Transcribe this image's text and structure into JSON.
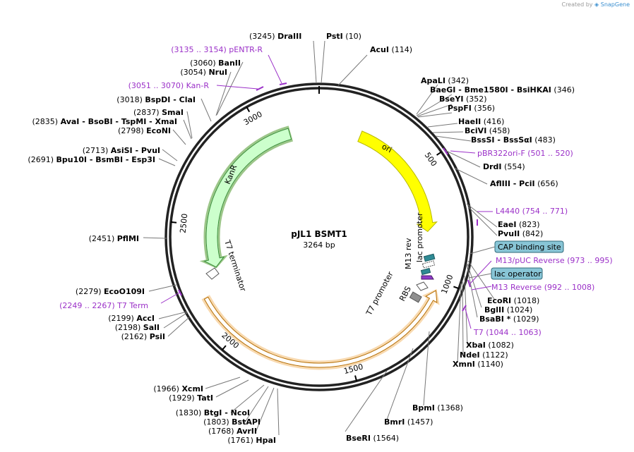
{
  "plasmid": {
    "name": "pJL1 BSMT1",
    "length_label": "3264 bp",
    "length_bp": 3264
  },
  "credit": {
    "prefix": "Created by",
    "brand": "SnapGene"
  },
  "ticks": [
    {
      "bp": 500,
      "label": "500"
    },
    {
      "bp": 1000,
      "label": "1000"
    },
    {
      "bp": 1500,
      "label": "1500"
    },
    {
      "bp": 2000,
      "label": "2000"
    },
    {
      "bp": 2500,
      "label": "2500"
    },
    {
      "bp": 3000,
      "label": "3000"
    }
  ],
  "features": [
    {
      "name": "ori",
      "start": 200,
      "end": 790,
      "color": "#ffff00",
      "stroke": "#b8b800",
      "strand": 1
    },
    {
      "name": "KanR",
      "start": 2300,
      "end": 3120,
      "color": "#ccffcc",
      "stroke": "#3a8f3a",
      "strand": -1,
      "highlight": "#5aa03a"
    },
    {
      "name": "BSMT1",
      "start": 1040,
      "end": 2190,
      "color": "#ffffff",
      "stroke": "#b56d00",
      "strand": -1,
      "highlight": "#f4c07a"
    }
  ],
  "small_features": [
    {
      "name": "lac promoter",
      "color": "#2f8a94"
    },
    {
      "name": "M13 rev",
      "color": "#ffffff"
    },
    {
      "name": "lac operator",
      "color": "#2f8a94"
    },
    {
      "name": "RBS",
      "color": "#ffffff"
    },
    {
      "name": "T7 promoter",
      "color": "#8f8f8f"
    },
    {
      "name": "T7 terminator",
      "color": "#ffffff"
    }
  ],
  "site_labels": [
    {
      "text_left": "(3245)",
      "name": "DraIII",
      "text_right": ""
    },
    {
      "text_left": "",
      "name": "PstI",
      "text_right": "(10)"
    },
    {
      "text_left": "",
      "name": "AcuI",
      "text_right": "(114)"
    },
    {
      "text_left": "",
      "name": "ApaLI",
      "text_right": "(342)"
    },
    {
      "text_left": "",
      "name": "BaeGI - Bme1580I - BsiHKAI",
      "text_right": "(346)"
    },
    {
      "text_left": "",
      "name": "BseYI",
      "text_right": "(352)"
    },
    {
      "text_left": "",
      "name": "PspFI",
      "text_right": "(356)"
    },
    {
      "text_left": "",
      "name": "HaeII",
      "text_right": "(416)"
    },
    {
      "text_left": "",
      "name": "BciVI",
      "text_right": "(458)"
    },
    {
      "text_left": "",
      "name": "BssSI - BssSαI",
      "text_right": "(483)"
    },
    {
      "text_left": "",
      "name": "DrdI",
      "text_right": "(554)"
    },
    {
      "text_left": "",
      "name": "AflIII - PciI",
      "text_right": "(656)"
    },
    {
      "text_left": "",
      "name": "EaeI",
      "text_right": "(823)"
    },
    {
      "text_left": "",
      "name": "PvuII",
      "text_right": "(842)"
    },
    {
      "text_left": "",
      "name": "EcoRI",
      "text_right": "(1018)"
    },
    {
      "text_left": "",
      "name": "BglII",
      "text_right": "(1024)"
    },
    {
      "text_left": "",
      "name": "BsaBI *",
      "text_right": "(1029)"
    },
    {
      "text_left": "",
      "name": "XbaI",
      "text_right": "(1082)"
    },
    {
      "text_left": "",
      "name": "NdeI",
      "text_right": "(1122)"
    },
    {
      "text_left": "",
      "name": "XmnI",
      "text_right": "(1140)"
    },
    {
      "text_left": "",
      "name": "BpmI",
      "text_right": "(1368)"
    },
    {
      "text_left": "",
      "name": "BmrI",
      "text_right": "(1457)"
    },
    {
      "text_left": "",
      "name": "BseRI",
      "text_right": "(1564)"
    },
    {
      "text_left": "(1761)",
      "name": "HpaI",
      "text_right": ""
    },
    {
      "text_left": "(1768)",
      "name": "AvrII",
      "text_right": ""
    },
    {
      "text_left": "(1803)",
      "name": "BstAPI",
      "text_right": ""
    },
    {
      "text_left": "(1830)",
      "name": "BtgI - NcoI",
      "text_right": ""
    },
    {
      "text_left": "(1929)",
      "name": "TatI",
      "text_right": ""
    },
    {
      "text_left": "(1966)",
      "name": "XcmI",
      "text_right": ""
    },
    {
      "text_left": "(2162)",
      "name": "PsiI",
      "text_right": ""
    },
    {
      "text_left": "(2198)",
      "name": "SalI",
      "text_right": ""
    },
    {
      "text_left": "(2199)",
      "name": "AccI",
      "text_right": ""
    },
    {
      "text_left": "(2279)",
      "name": "EcoO109I",
      "text_right": ""
    },
    {
      "text_left": "(2451)",
      "name": "PflMI",
      "text_right": ""
    },
    {
      "text_left": "(2691)",
      "name": "Bpu10I - BsmBI - Esp3I",
      "text_right": ""
    },
    {
      "text_left": "(2713)",
      "name": "AsiSI - PvuI",
      "text_right": ""
    },
    {
      "text_left": "(2798)",
      "name": "EcoNI",
      "text_right": ""
    },
    {
      "text_left": "(2835)",
      "name": "AvaI - BsoBI - TspMI - XmaI",
      "text_right": ""
    },
    {
      "text_left": "(2837)",
      "name": "SmaI",
      "text_right": ""
    },
    {
      "text_left": "(3018)",
      "name": "BspDI - ClaI",
      "text_right": ""
    },
    {
      "text_left": "(3054)",
      "name": "NruI",
      "text_right": ""
    },
    {
      "text_left": "(3060)",
      "name": "BanII",
      "text_right": ""
    }
  ],
  "primer_labels": [
    {
      "text": "(3135 .. 3154)  pENTR-R"
    },
    {
      "text": "(3051 .. 3070)  Kan-R"
    },
    {
      "text": "pBR322ori-F   (501 .. 520)"
    },
    {
      "text": "L4440   (754 .. 771)"
    },
    {
      "text": "M13/pUC Reverse   (973 .. 995)"
    },
    {
      "text": "M13 Reverse   (992 .. 1008)"
    },
    {
      "text": "T7   (1044 .. 1063)"
    },
    {
      "text": "(2249 .. 2267)  T7 Term"
    }
  ],
  "boxed_labels": [
    {
      "text": "CAP binding site"
    },
    {
      "text": "lac operator"
    }
  ]
}
